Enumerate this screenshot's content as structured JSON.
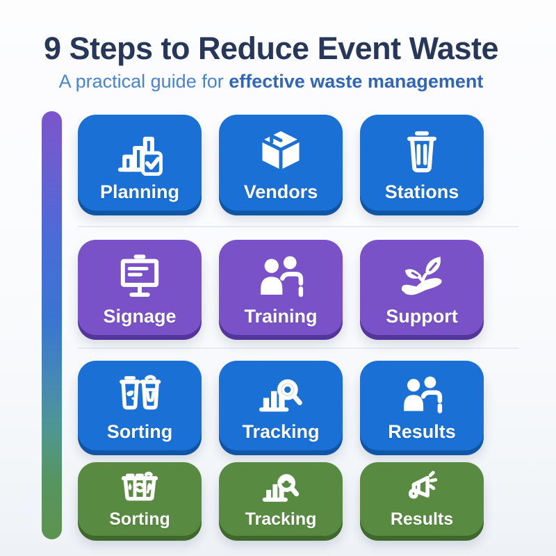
{
  "header": {
    "title": "9 Steps to Reduce Event Waste",
    "subtitle_prefix": "A practical guide for ",
    "subtitle_emphasis": "effective waste management"
  },
  "steps": {
    "rows": [
      {
        "theme": "blue",
        "cards": [
          {
            "label": "Planning",
            "icon": "bar-chart-check-icon"
          },
          {
            "label": "Vendors",
            "icon": "package-box-icon"
          },
          {
            "label": "Stations",
            "icon": "trash-bin-icon"
          }
        ]
      },
      {
        "theme": "purple",
        "cards": [
          {
            "label": "Signage",
            "icon": "presentation-sign-icon"
          },
          {
            "label": "Training",
            "icon": "two-people-icon"
          },
          {
            "label": "Support",
            "icon": "hand-plant-icon"
          }
        ]
      },
      {
        "theme": "blue",
        "cards": [
          {
            "label": "Sorting",
            "icon": "dual-bins-icon"
          },
          {
            "label": "Tracking",
            "icon": "chart-magnifier-icon"
          },
          {
            "label": "Results",
            "icon": "two-people-icon"
          }
        ]
      },
      {
        "theme": "green",
        "cards": [
          {
            "label": "Sorting",
            "icon": "triple-compartment-bin-icon"
          },
          {
            "label": "Tracking",
            "icon": "chart-magnifier-icon"
          },
          {
            "label": "Results",
            "icon": "megaphone-icon"
          }
        ]
      }
    ]
  },
  "colors": {
    "card_blue": "#1a70d5",
    "card_blue_edge": "#0f55a6",
    "card_purple": "#7a52c8",
    "card_purple_edge": "#54359b",
    "card_green": "#588b41",
    "card_green_edge": "#40672c",
    "title_text": "#27375a",
    "subtitle_text": "#4583d4",
    "subtitle_emphasis_text": "#2f66b8",
    "accent_bar_gradient": [
      "#7c55cb",
      "#3a74d2",
      "#4f9693",
      "#5d9350"
    ],
    "background": "#fbfcfd",
    "divider": "#e8ebf0"
  }
}
